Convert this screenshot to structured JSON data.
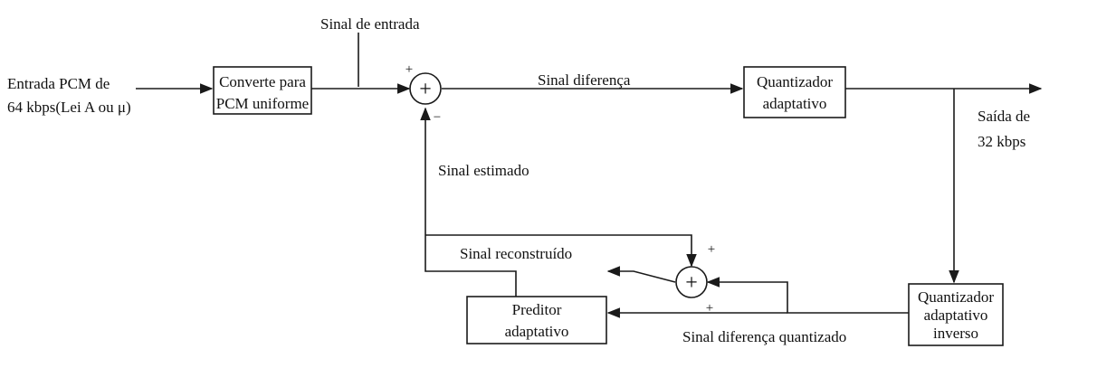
{
  "colors": {
    "ink": "#1a1a1a",
    "background": "#ffffff"
  },
  "input": {
    "line1": "Entrada PCM de",
    "line2": "64 kbps(Lei A ou  μ)"
  },
  "blocks": {
    "converter": {
      "line1": "Converte para",
      "line2": "PCM uniforme"
    },
    "quantizer": {
      "line1": "Quantizador",
      "line2": "adaptativo"
    },
    "inverse_quantizer": {
      "line1": "Quantizador",
      "line2": "adaptativo",
      "line3": "inverso"
    },
    "predictor": {
      "line1": "Preditor",
      "line2": "adaptativo"
    }
  },
  "signals": {
    "input_signal": "Sinal de entrada",
    "difference_signal": "Sinal diferença",
    "estimated_signal": "Sinal estimado",
    "reconstructed_signal": "Sinal reconstruído",
    "quantized_difference_signal": "Sinal diferença quantizado"
  },
  "output": {
    "line1": "Saída de",
    "line2": "32 kbps"
  },
  "summer_top": {
    "symbol": "+",
    "sign_input": "+",
    "sign_feedback": "−"
  },
  "summer_bottom": {
    "symbol": "+",
    "sign_top": "+",
    "sign_bottom": "+"
  }
}
